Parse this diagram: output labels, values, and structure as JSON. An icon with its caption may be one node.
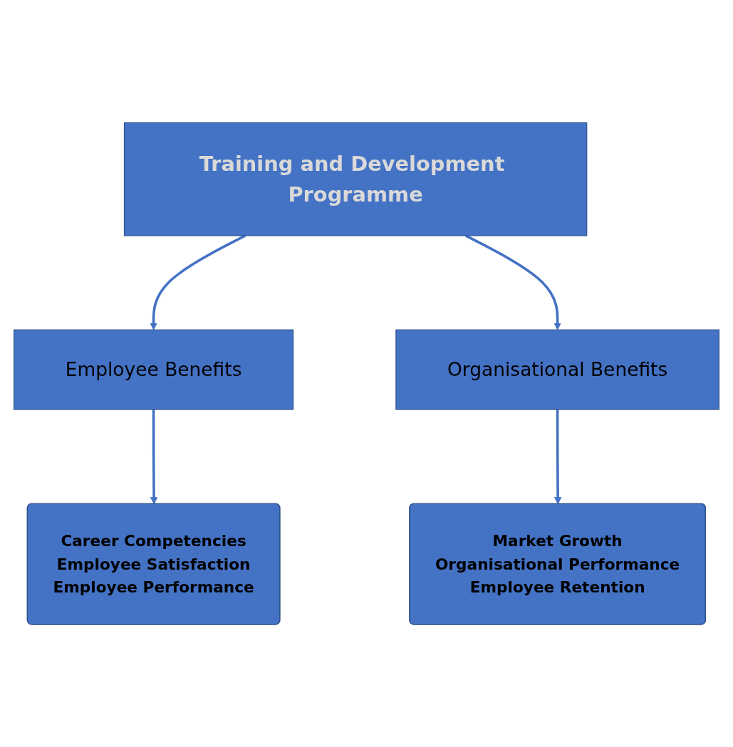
{
  "diagram": {
    "nodes": [
      {
        "text": [
          "Training and Development Programme"
        ]
      },
      {
        "text": [
          "Employee Benefits"
        ]
      },
      {
        "text": [
          "Organisational Benefits"
        ]
      },
      {
        "text": [
          "Career Competencies",
          "Employee Satisfaction",
          "Employee Performance"
        ]
      },
      {
        "text": [
          "Market Growth",
          "Organisational Performance",
          "Employee Retention"
        ]
      }
    ],
    "edges": [
      {
        "from": 0,
        "to": 1,
        "arrow": "to"
      },
      {
        "from": 0,
        "to": 2,
        "arrow": "to"
      },
      {
        "from": 1,
        "to": 3,
        "arrow": "to"
      },
      {
        "from": 2,
        "to": 4,
        "arrow": "to"
      }
    ]
  }
}
